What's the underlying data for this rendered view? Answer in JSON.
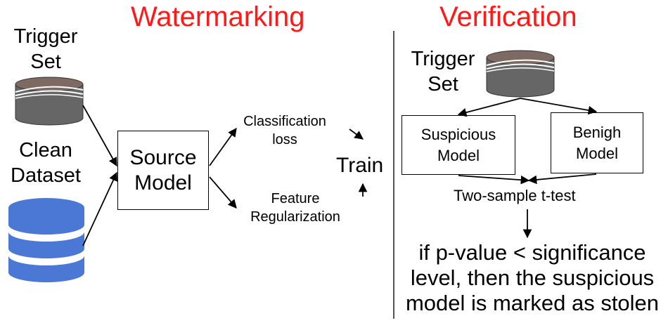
{
  "watermarking": {
    "title": "Watermarking",
    "trigger_set_line1": "Trigger",
    "trigger_set_line2": "Set",
    "clean_dataset_line1": "Clean",
    "clean_dataset_line2": "Dataset",
    "source_model_line1": "Source",
    "source_model_line2": "Model",
    "classification_loss_line1": "Classification",
    "classification_loss_line2": "loss",
    "feature_reg_line1": "Feature",
    "feature_reg_line2": "Regularization",
    "train": "Train"
  },
  "verification": {
    "title": "Verification",
    "trigger_set_line1": "Trigger",
    "trigger_set_line2": "Set",
    "suspicious_model_line1": "Suspicious",
    "suspicious_model_line2": "Model",
    "benign_model_line1": "Benigh",
    "benign_model_line2": "Model",
    "test": "Two-sample t-test",
    "conclusion_line1": "if p-value < significance",
    "conclusion_line2": "level, then the suspicious",
    "conclusion_line3": "model is marked as stolen"
  },
  "colors": {
    "title": "#ff1a1a",
    "trigger_db": "#6b6b6b",
    "trigger_db_top": "#8a7366",
    "clean_db": "#4a78d4"
  }
}
